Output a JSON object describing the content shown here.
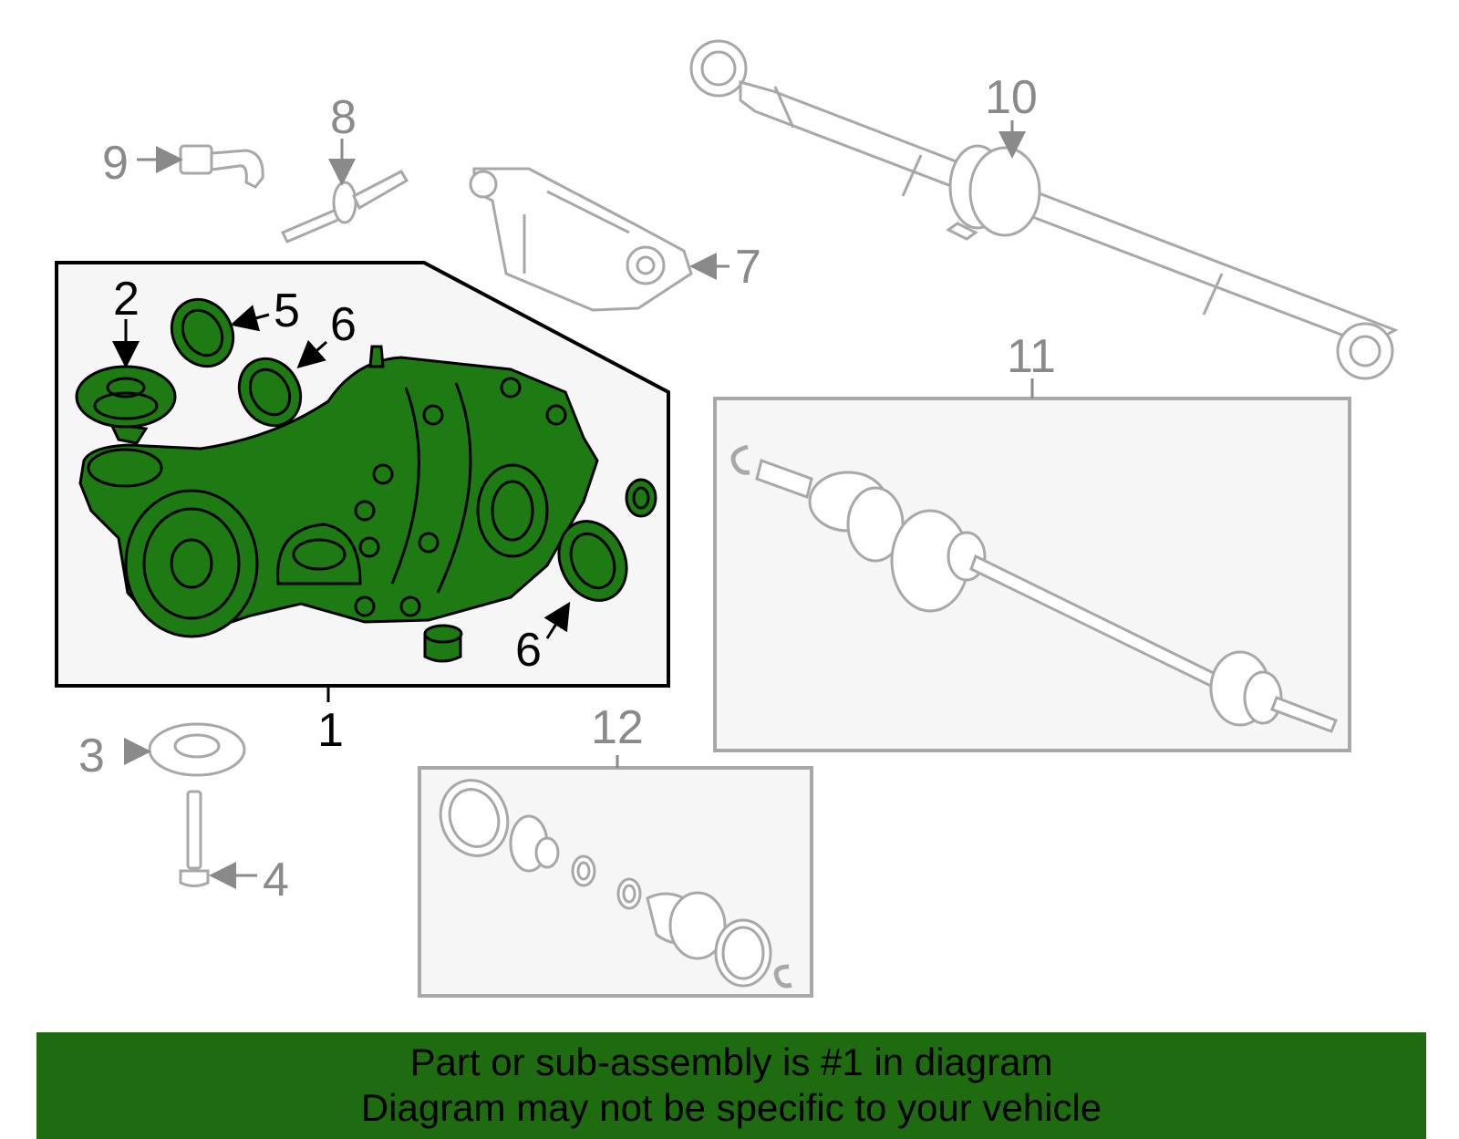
{
  "callouts": {
    "c1": "1",
    "c2": "2",
    "c3": "3",
    "c4": "4",
    "c5": "5",
    "c6a": "6",
    "c6b": "6",
    "c7": "7",
    "c8": "8",
    "c9": "9",
    "c10": "10",
    "c11": "11",
    "c12": "12"
  },
  "banner": {
    "line1": "Part or sub-assembly is #1 in diagram",
    "line2": "Diagram may not be specific to your vehicle"
  },
  "colors": {
    "highlight": "#1e7a12",
    "banner": "#1e6b10",
    "part_line": "#a8a8a8",
    "box_fill": "#f6f6f6"
  }
}
